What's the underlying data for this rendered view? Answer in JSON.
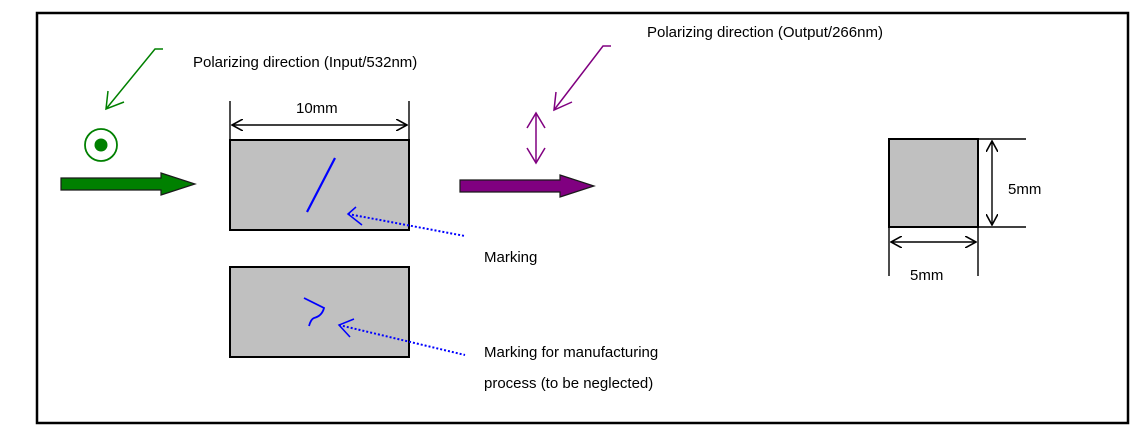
{
  "diagram": {
    "labels": {
      "input_polarization": "Polarizing direction (Input/532nm)",
      "output_polarization": "Polarizing direction (Output/266nm)",
      "crystal_length": "10mm",
      "marking": "Marking",
      "manufacturing_marking_line1": "Marking for manufacturing",
      "manufacturing_marking_line2": "process (to be neglected)",
      "aperture_height": "5mm",
      "aperture_width": "5mm"
    },
    "icons": {
      "input_polarization": "out-of-plane-dot-icon",
      "output_polarization": "vertical-double-arrow-icon",
      "input_beam": "right-arrow-icon",
      "output_beam": "right-arrow-icon"
    },
    "colors": {
      "input_beam": "#008000",
      "output_beam": "#800080",
      "marking": "#0000ff",
      "crystal_fill": "#c0c0c0",
      "frame": "#000000"
    }
  }
}
